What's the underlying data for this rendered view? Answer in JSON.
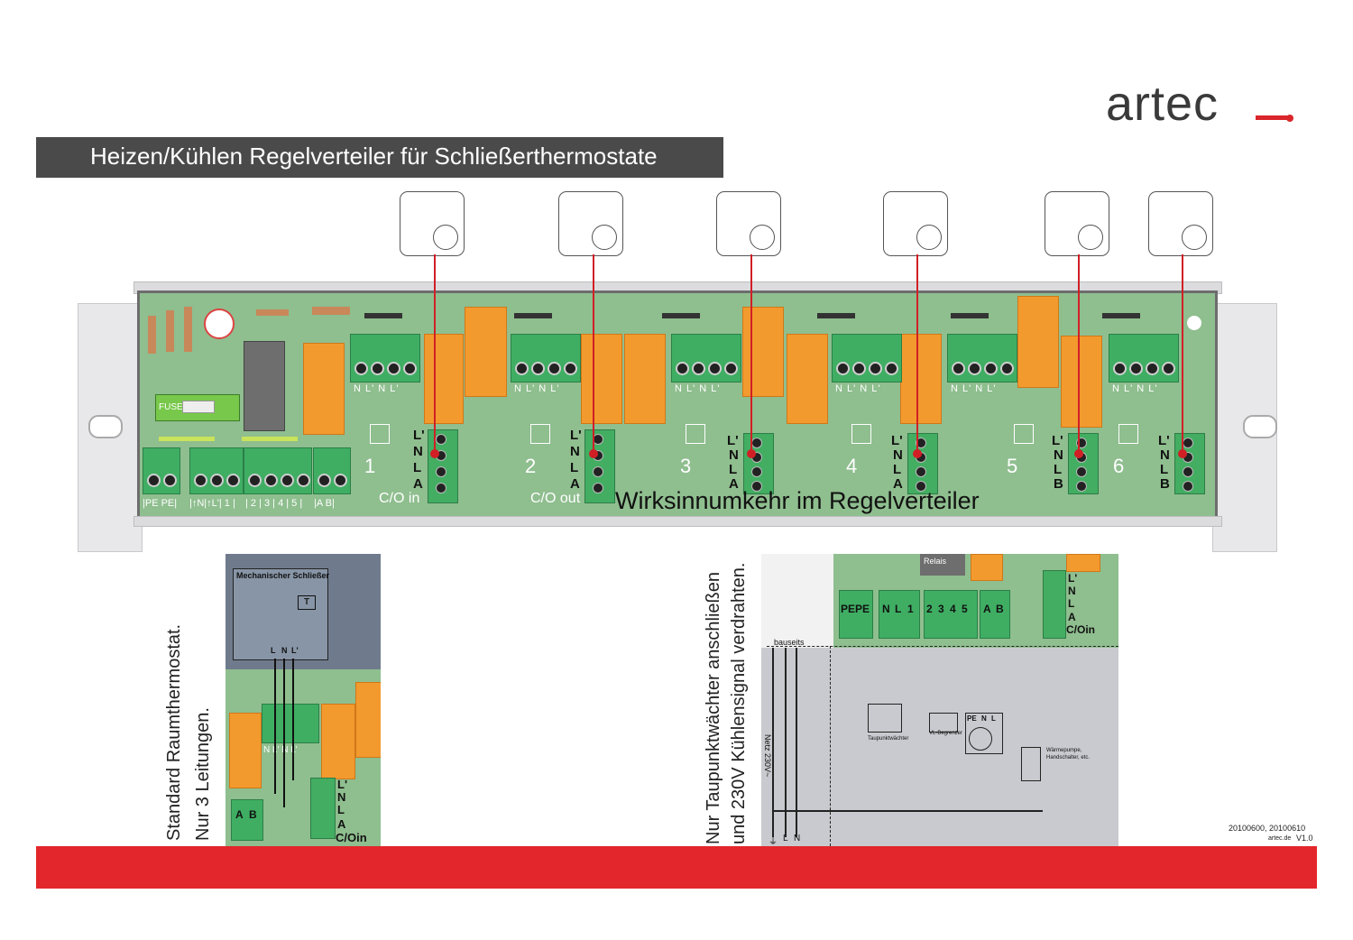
{
  "brand": {
    "logo_text": "artec",
    "accent_color": "#d9262a"
  },
  "header": {
    "title": "Heizen/Kühlen Regelverteiler für Schließerthermostate"
  },
  "board": {
    "zones": [
      "1",
      "2",
      "3",
      "4",
      "5",
      "6"
    ],
    "connector_label": "N L' N L'",
    "zone1_terminals": [
      "L'",
      "N",
      "L",
      "A"
    ],
    "zone1_footer": "C/O in",
    "zone2_terminals": [
      "L'",
      "N",
      "L",
      "A"
    ],
    "zone2_footer": "C/O out",
    "zone3_terminals": [
      "L'",
      "N",
      "L",
      "A"
    ],
    "zone4_terminals": [
      "L'",
      "N",
      "L",
      "A"
    ],
    "zone5_terminals": [
      "L'",
      "N",
      "L",
      "B"
    ],
    "zone6_terminals": [
      "L'",
      "N",
      "L",
      "B"
    ],
    "bottom_labels": [
      "|PE PE|",
      "|↑N|↑L'| 1 |",
      "| 2 | 3 | 4 | 5 |",
      "|A B|"
    ],
    "fuse_label": "FUSE",
    "annotation": "Wirksinnumkehr im Regelverteiler",
    "colors": {
      "board": "#8fbe8f",
      "relay": "#f39a2e",
      "connector": "#3fae63",
      "wire": "#d11f26"
    }
  },
  "left_panel": {
    "caption_line1": "Standard Raumthermostat.",
    "caption_line2": "Nur 3 Leitungen.",
    "box_title": "Mechanischer Schließer",
    "thermo_letter": "T",
    "thermo_terminals": [
      "L",
      "N",
      "L'"
    ],
    "connector_label": "N L' N L'",
    "terminals": [
      "L'",
      "N",
      "L",
      "A",
      "C/Oin"
    ],
    "ab_labels": [
      "A",
      "B"
    ]
  },
  "right_panel": {
    "caption_line1": "Nur Taupunktwächter anschließen",
    "caption_line2": "und 230V Kühlensignal verdrahten.",
    "relais_label": "Relais",
    "terminal_labels": [
      "PE",
      "PE",
      "N",
      "L",
      "1",
      "2",
      "3",
      "4",
      "5",
      "A",
      "B"
    ],
    "bauseits": "bauseits",
    "taupunkt": "Taupunktwächter",
    "vl_begrenzer": "VL-Begrenzer",
    "pe_n_l": [
      "PE",
      "N",
      "L"
    ],
    "waermepumpe": "Wärmepumpe, Handschalter, etc.",
    "netz": "Netz 230V~",
    "power_labels": [
      "⏚",
      "L",
      "N"
    ],
    "terminals": [
      "L'",
      "N",
      "L",
      "A",
      "C/Oin"
    ]
  },
  "footer": {
    "codes": "20100600, 20100610",
    "site": "artec.de",
    "version": "V1.0",
    "bar_color": "#e3262b"
  }
}
